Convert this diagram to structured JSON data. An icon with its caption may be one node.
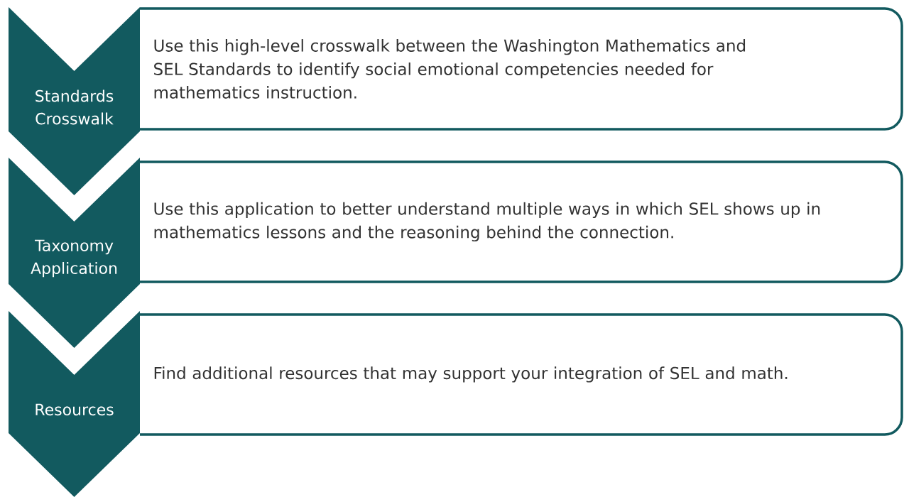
{
  "diagram": {
    "nodes": [
      {
        "text": [
          "Standards Crosswalk"
        ]
      },
      {
        "text": [
          "Use this high-level crosswalk between the Washington Mathematics and SEL Standards to identify social emotional competencies needed for mathematics instruction."
        ]
      },
      {
        "text": [
          "Taxonomy Application"
        ]
      },
      {
        "text": [
          "Use this application to better understand multiple ways in which SEL shows up in mathematics lessons and the reasoning behind the connection."
        ]
      },
      {
        "text": [
          "Resources"
        ]
      },
      {
        "text": [
          "Find additional resources that may support your integration of SEL and math."
        ]
      }
    ]
  }
}
